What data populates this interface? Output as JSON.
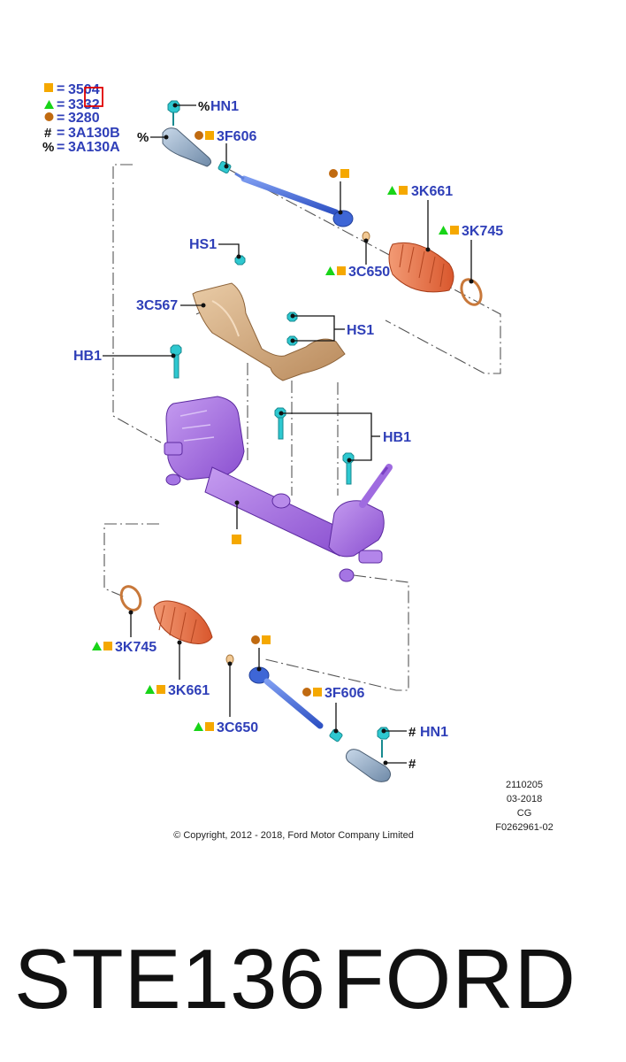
{
  "legend": {
    "items": [
      {
        "symbol": "square",
        "color": "#f5a800",
        "code": "3504"
      },
      {
        "symbol": "triangle",
        "color": "#18d418",
        "code": "3332"
      },
      {
        "symbol": "circle",
        "color": "#c06a10",
        "code": "3280"
      },
      {
        "symbol": "#",
        "code": "3A130B"
      },
      {
        "symbol": "%",
        "code": "3A130A"
      }
    ],
    "equals": "="
  },
  "callouts": {
    "hn1_top": "HN1",
    "tie_rod_end_top_marker": "%",
    "f606_top": "3F606",
    "k661_top": "3K661",
    "k745_top": "3K745",
    "c650_top": "3C650",
    "hs1_top": "HS1",
    "c567": "3C567",
    "hs1_mid": "HS1",
    "hb1_left": "HB1",
    "hb1_right": "HB1",
    "k745_bottom": "3K745",
    "k661_bottom": "3K661",
    "c650_bottom": "3C650",
    "f606_bottom": "3F606",
    "hn1_bottom": "HN1",
    "tie_rod_end_bottom_marker": "#"
  },
  "document_info": {
    "number": "2110205",
    "date": "03-2018",
    "initials": "CG",
    "figure_id": "F0262961-02"
  },
  "copyright": "© Copyright, 2012 - 2018, Ford Motor Company Limited",
  "caption": {
    "part_number": "STE136",
    "brand": "FORD"
  },
  "colors": {
    "callout_text": "#2f3fb8",
    "square": "#f5a800",
    "triangle": "#18d418",
    "circle": "#c06a10",
    "highlight_box": "#e00000",
    "steering_rack": "#a86ee0",
    "heat_shield": "#d9b48a",
    "bellows": "#e8734a",
    "tie_rod": "#4a6fd8",
    "fastener": "#2ec8d0"
  }
}
